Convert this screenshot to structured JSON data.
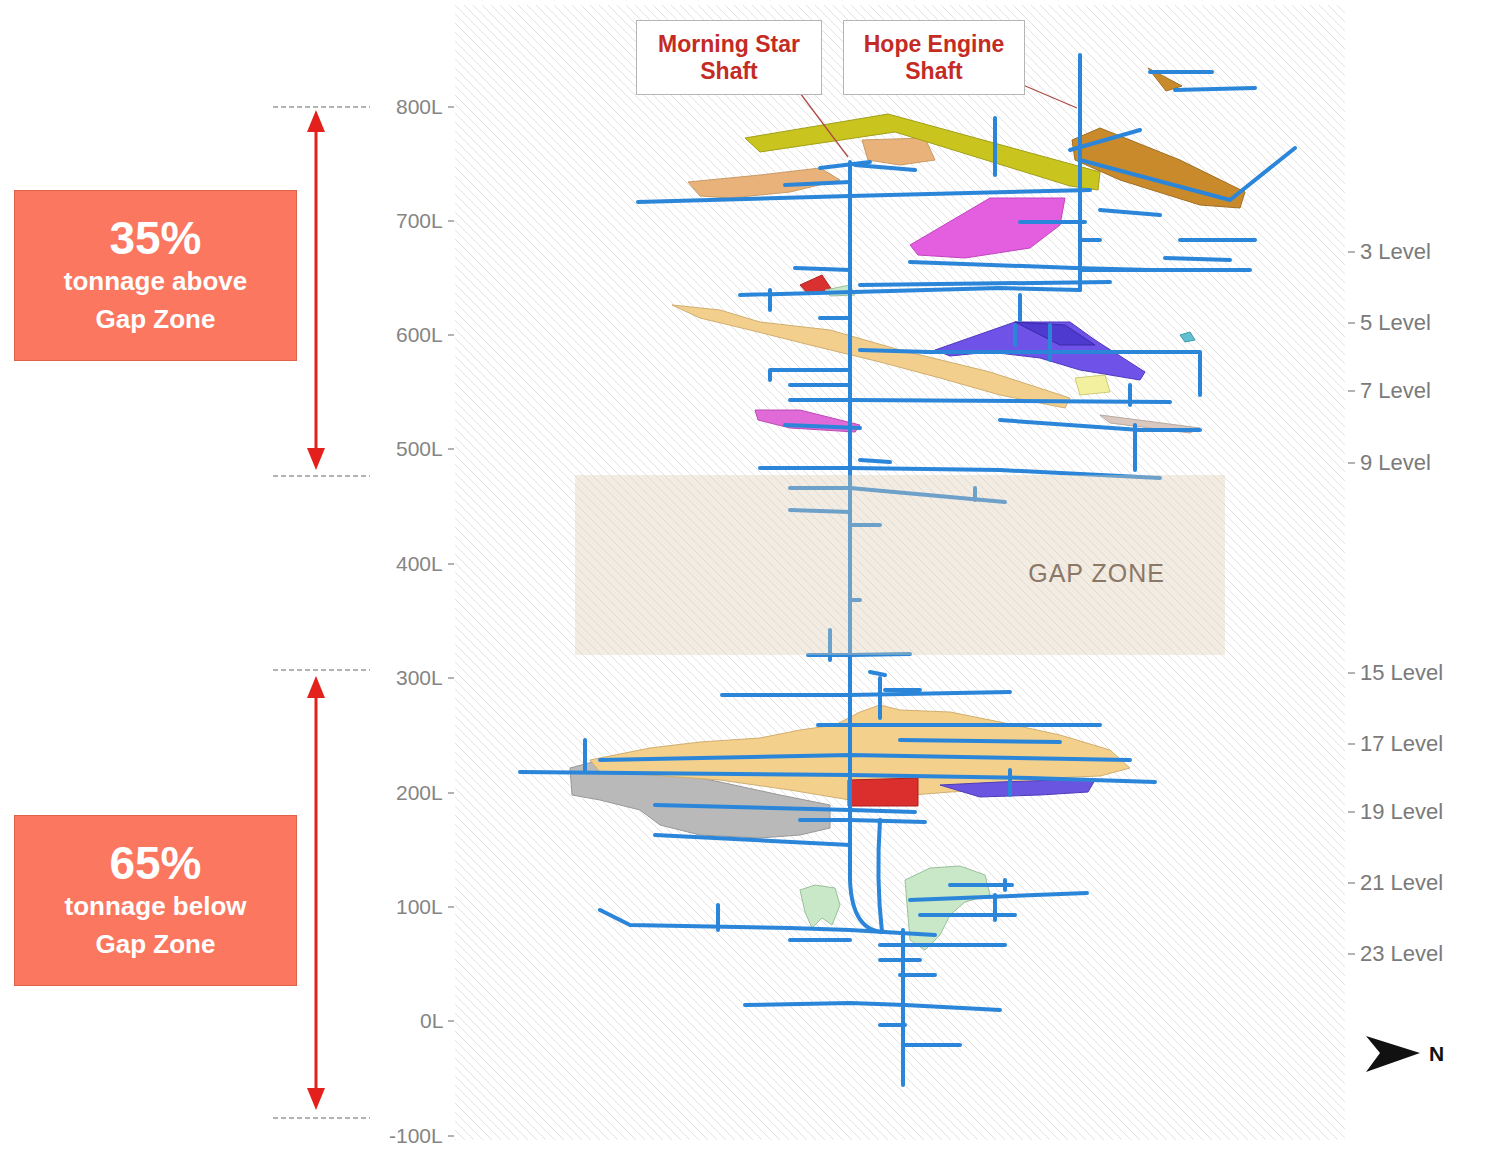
{
  "diagram": {
    "nodes": [
      {
        "text": [
          "Morning Star Shaft"
        ]
      },
      {
        "text": [
          "Hope Engine Shaft"
        ]
      },
      {
        "text": [
          "35%",
          "tonnage above Gap Zone"
        ]
      },
      {
        "text": [
          "GAP ZONE"
        ]
      },
      {
        "text": [
          "65%",
          "tonnage below Gap Zone"
        ]
      }
    ],
    "labels": [
      "800L",
      "700L",
      "600L",
      "500L",
      "400L",
      "300L",
      "200L",
      "100L",
      "0L",
      "-100L",
      "3 Level",
      "5 Level",
      "7 Level",
      "9 Level",
      "15 Level",
      "17 Level",
      "19 Level",
      "21 Level",
      "23 Level",
      "N"
    ]
  }
}
